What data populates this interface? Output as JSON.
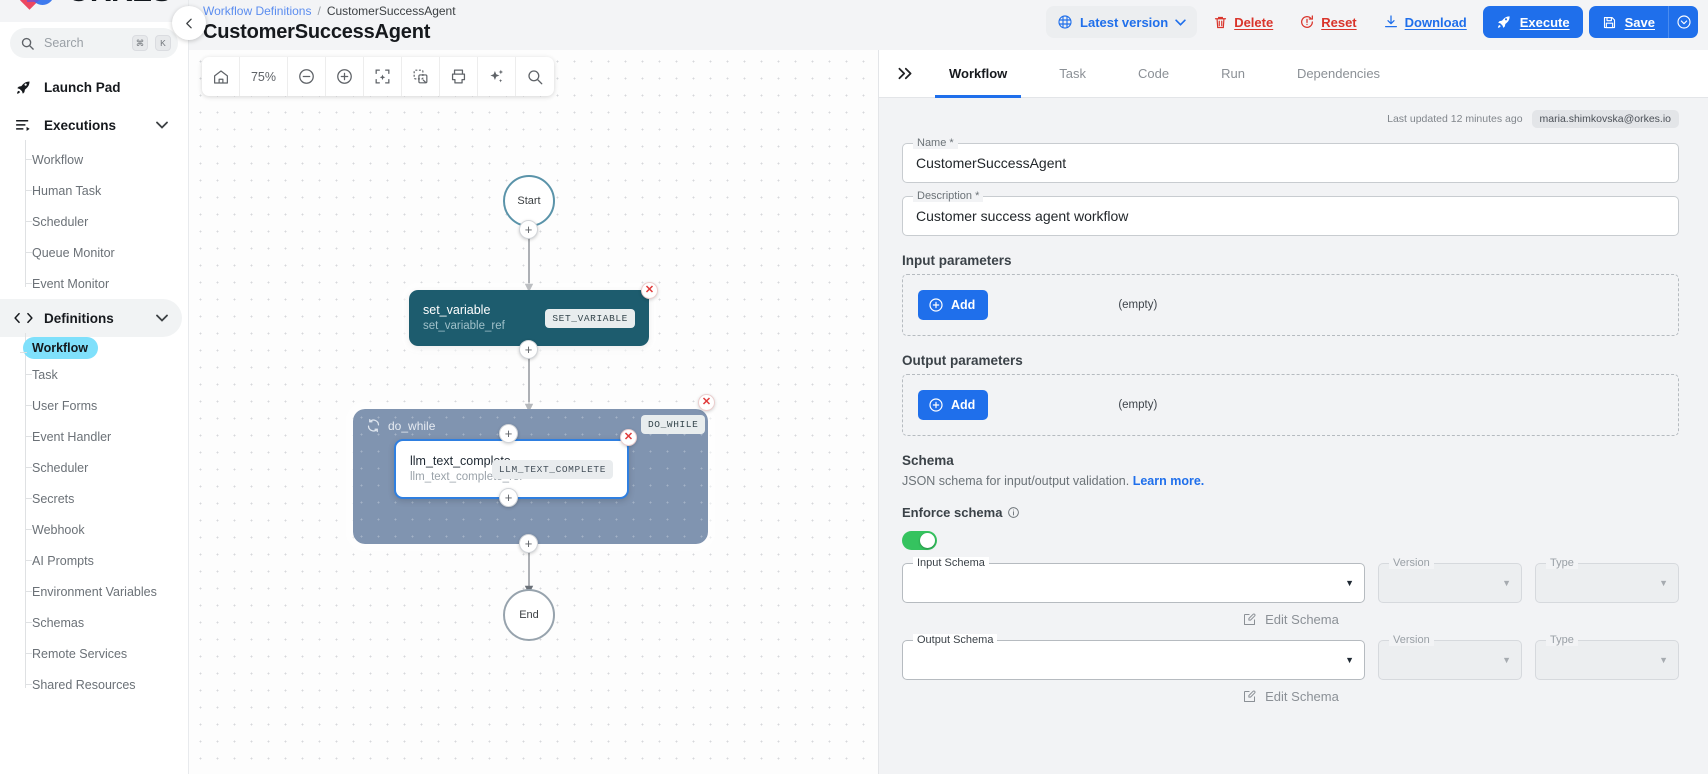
{
  "brand": {
    "name": "ORKES",
    "accent": "#1f6feb"
  },
  "sidebar": {
    "search": {
      "placeholder": "Search",
      "value": "",
      "kbd1": "⌘",
      "kbd2": "K"
    },
    "launch_pad": "Launch Pad",
    "groups": [
      {
        "label": "Executions",
        "children": [
          "Workflow",
          "Human Task",
          "Scheduler",
          "Queue Monitor",
          "Event Monitor"
        ]
      },
      {
        "label": "Definitions",
        "children": [
          "Workflow",
          "Task",
          "User Forms",
          "Event Handler",
          "Scheduler",
          "Secrets",
          "Webhook",
          "AI Prompts",
          "Environment Variables",
          "Schemas",
          "Remote Services",
          "Shared Resources"
        ]
      }
    ],
    "selected_child": "Workflow"
  },
  "header": {
    "breadcrumb_root": "Workflow Definitions",
    "breadcrumb_sep": "/",
    "breadcrumb_current": "CustomerSuccessAgent",
    "title": "CustomerSuccessAgent",
    "version_label": "Latest version",
    "delete_label": "Delete",
    "reset_label": "Reset",
    "download_label": "Download",
    "execute_label": "Execute",
    "save_label": "Save"
  },
  "canvas_toolbar": {
    "zoom_level": "75%",
    "items": [
      "home-icon",
      "zoom-level",
      "zoom-out-icon",
      "zoom-in-icon",
      "fit-view-icon",
      "snapshot-icon",
      "print-icon",
      "ai-sparkle-icon",
      "search-icon"
    ]
  },
  "graph": {
    "start_label": "Start",
    "end_label": "End",
    "nodes": [
      {
        "name": "set_variable",
        "ref": "set_variable_ref",
        "badge": "SET_VARIABLE"
      },
      {
        "name": "do_while",
        "badge": "DO_WHILE"
      },
      {
        "name": "llm_text_complete",
        "ref": "llm_text_complete_ref",
        "badge": "LLM_TEXT_COMPLETE"
      }
    ]
  },
  "panel": {
    "tabs": [
      {
        "label": "Workflow",
        "active": true
      },
      {
        "label": "Task",
        "active": false
      },
      {
        "label": "Code",
        "active": false
      },
      {
        "label": "Run",
        "active": false
      },
      {
        "label": "Dependencies",
        "active": false
      }
    ],
    "last_updated": "Last updated 12 minutes ago",
    "user_email": "maria.shimkovska@orkes.io",
    "name_field": {
      "label": "Name *",
      "value": "CustomerSuccessAgent"
    },
    "description_field": {
      "label": "Description *",
      "value": "Customer success agent workflow"
    },
    "input_parameters": {
      "title": "Input parameters",
      "add_label": "Add",
      "empty_label": "(empty)"
    },
    "output_parameters": {
      "title": "Output parameters",
      "add_label": "Add",
      "empty_label": "(empty)"
    },
    "schema": {
      "title": "Schema",
      "description": "JSON schema for input/output validation.",
      "learn_more": "Learn more.",
      "enforce_label": "Enforce schema",
      "enforce_on": true,
      "input_schema": {
        "label": "Input Schema",
        "value": ""
      },
      "output_schema": {
        "label": "Output Schema",
        "value": ""
      },
      "version_label": "Version",
      "type_label": "Type",
      "edit_schema_label": "Edit Schema"
    }
  }
}
